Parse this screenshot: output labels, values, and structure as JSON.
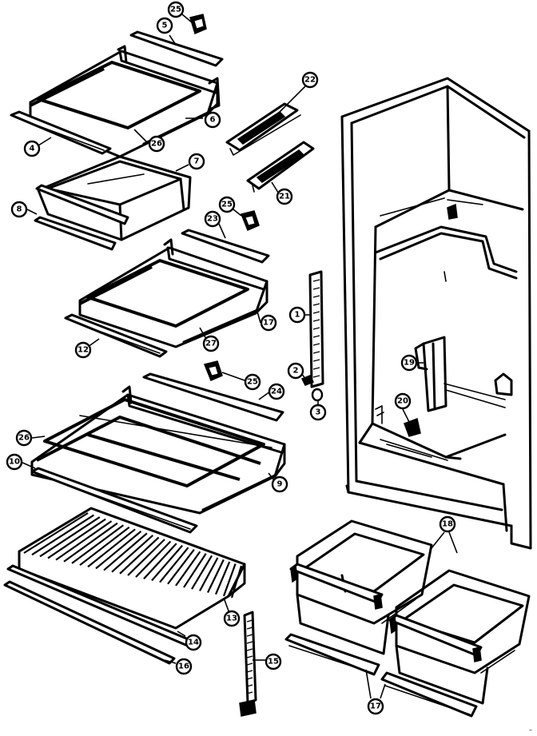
{
  "callouts": [
    {
      "id": "c25a",
      "label": "25"
    },
    {
      "id": "c5",
      "label": "5"
    },
    {
      "id": "c6",
      "label": "6"
    },
    {
      "id": "c4",
      "label": "4"
    },
    {
      "id": "c26a",
      "label": "26"
    },
    {
      "id": "c7",
      "label": "7"
    },
    {
      "id": "c8",
      "label": "8"
    },
    {
      "id": "c22",
      "label": "22"
    },
    {
      "id": "c21",
      "label": "21"
    },
    {
      "id": "c25b",
      "label": "25"
    },
    {
      "id": "c23",
      "label": "23"
    },
    {
      "id": "c17a",
      "label": "17"
    },
    {
      "id": "c27",
      "label": "27"
    },
    {
      "id": "c12",
      "label": "12"
    },
    {
      "id": "c1",
      "label": "1"
    },
    {
      "id": "c2",
      "label": "2"
    },
    {
      "id": "c3",
      "label": "3"
    },
    {
      "id": "c25c",
      "label": "25"
    },
    {
      "id": "c24",
      "label": "24"
    },
    {
      "id": "c26b",
      "label": "26"
    },
    {
      "id": "c10",
      "label": "10"
    },
    {
      "id": "c9",
      "label": "9"
    },
    {
      "id": "c19",
      "label": "19"
    },
    {
      "id": "c20",
      "label": "20"
    },
    {
      "id": "c18a",
      "label": "18"
    },
    {
      "id": "c13",
      "label": "13"
    },
    {
      "id": "c14",
      "label": "14"
    },
    {
      "id": "c16",
      "label": "16"
    },
    {
      "id": "c15",
      "label": "15"
    },
    {
      "id": "c17b",
      "label": "17"
    }
  ],
  "corner_mark": "–"
}
